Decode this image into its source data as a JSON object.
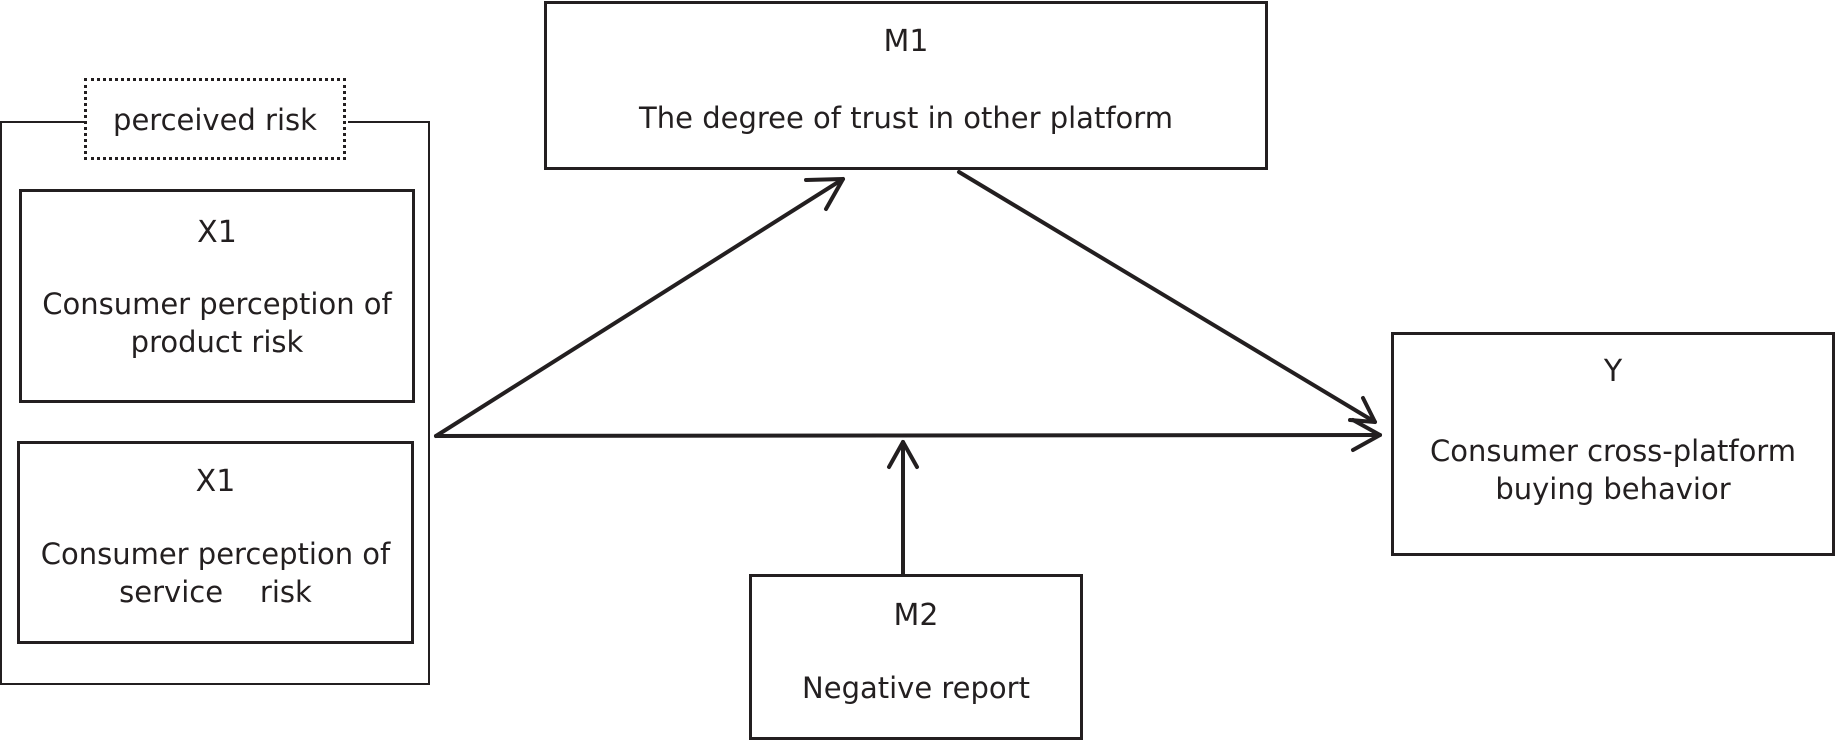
{
  "group": {
    "label": "perceived risk"
  },
  "x1a": {
    "code": "X1",
    "line1": "Consumer perception of",
    "line2": "product risk"
  },
  "x1b": {
    "code": "X1",
    "line1": "Consumer perception of",
    "line2": "service    risk"
  },
  "m1": {
    "code": "M1",
    "text": "The degree of trust in other platform"
  },
  "m2": {
    "code": "M2",
    "text": "Negative report"
  },
  "y": {
    "code": "Y",
    "line1": "Consumer cross-platform",
    "line2": "buying behavior"
  }
}
